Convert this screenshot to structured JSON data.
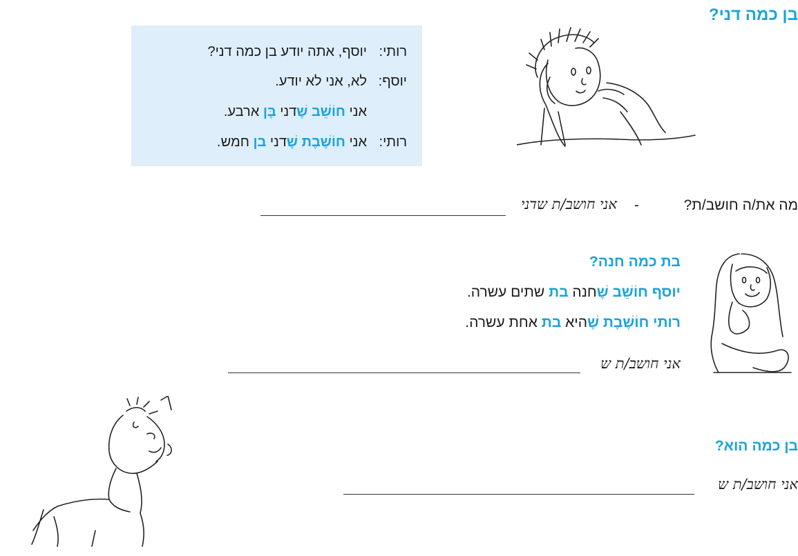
{
  "section1": {
    "title": "בן כמה דני?",
    "dialog": [
      {
        "speaker": "רותי:",
        "segments": [
          {
            "t": "יוסף, אתה יודע בן כמה דני?",
            "b": false
          }
        ]
      },
      {
        "speaker": "יוסף:",
        "segments": [
          {
            "t": "לא, אני לא יודע.",
            "b": false
          }
        ]
      },
      {
        "speaker": "",
        "segments": [
          {
            "t": "אני ",
            "b": false
          },
          {
            "t": "חוֹשֵׁב",
            "b": true
          },
          {
            "t": " ",
            "b": false
          },
          {
            "t": "שֶׁ",
            "b": true
          },
          {
            "t": "דני ",
            "b": false
          },
          {
            "t": "בֶּן",
            "b": true
          },
          {
            "t": " ארבע.",
            "b": false
          }
        ]
      },
      {
        "speaker": "רותי:",
        "segments": [
          {
            "t": "אני ",
            "b": false
          },
          {
            "t": "חוֹשֶׁבֶת",
            "b": true
          },
          {
            "t": " ",
            "b": false
          },
          {
            "t": "שֶׁ",
            "b": true
          },
          {
            "t": "דני ",
            "b": false
          },
          {
            "t": "בן",
            "b": true
          },
          {
            "t": " חמש.",
            "b": false
          }
        ]
      }
    ],
    "question": "מה את/ה חושב/ת?",
    "dash": "-",
    "handwritten": "אני חושב/ת שדני"
  },
  "section2": {
    "title": "בת כמה חנה?",
    "lines": [
      [
        {
          "t": "יוסף חוֹשֵׁב",
          "b": true
        },
        {
          "t": " ",
          "b": false
        },
        {
          "t": "שֶׁ",
          "b": true
        },
        {
          "t": "חנה ",
          "b": false
        },
        {
          "t": "בת",
          "b": true
        },
        {
          "t": " שתים עשרה.",
          "b": false
        }
      ],
      [
        {
          "t": "רותי חוֹשֶׁבֶת",
          "b": true
        },
        {
          "t": " ",
          "b": false
        },
        {
          "t": "שֶׁ",
          "b": true
        },
        {
          "t": "היא ",
          "b": false
        },
        {
          "t": "בת",
          "b": true
        },
        {
          "t": " אחת עשרה.",
          "b": false
        }
      ]
    ],
    "handwritten": "אני חושב/ת ש"
  },
  "section3": {
    "title": "בן כמה הוא?",
    "handwritten": "אני חושב/ת ש"
  },
  "colors": {
    "accent": "#1aa3dc",
    "dialog_bg": "#deeefa",
    "text": "#1a1a1a"
  }
}
